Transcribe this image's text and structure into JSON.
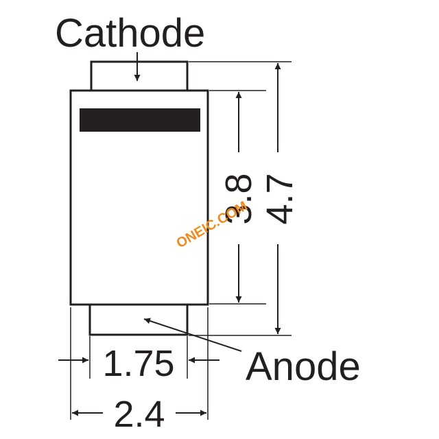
{
  "labels": {
    "cathode": "Cathode",
    "anode": "Anode"
  },
  "dimensions": {
    "body_length": "3.8",
    "total_length": "4.7",
    "terminal_width": "1.75",
    "body_width": "2.4"
  },
  "watermark": "ONEIC.COM",
  "colors": {
    "outline": "#231f20",
    "cathode_band": "#231f20",
    "watermark": "#f08a1c",
    "background": "#ffffff"
  }
}
